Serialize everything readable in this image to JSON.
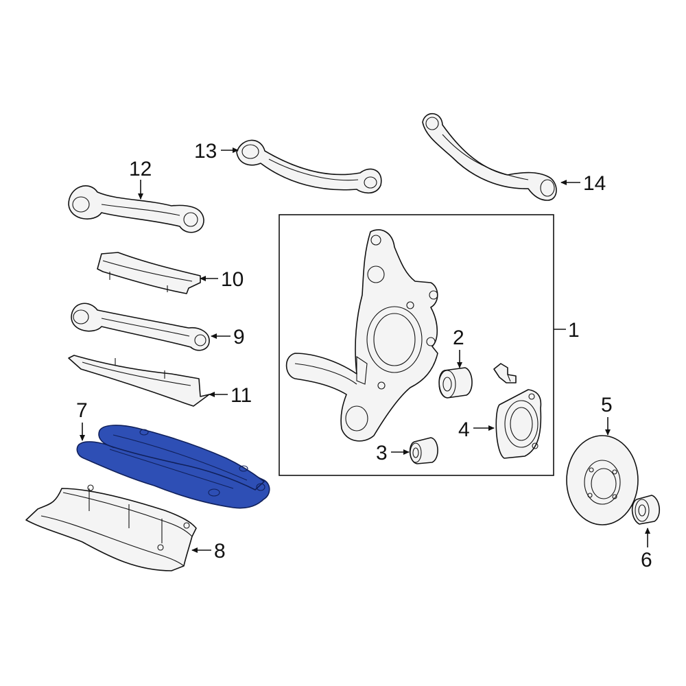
{
  "colors": {
    "highlight": "#2e4fb5",
    "line": "#111111",
    "part_fill": "#f4f4f4",
    "background": "#ffffff"
  },
  "callouts": {
    "c1": "1",
    "c2": "2",
    "c3": "3",
    "c4": "4",
    "c5": "5",
    "c6": "6",
    "c7": "7",
    "c8": "8",
    "c9": "9",
    "c10": "10",
    "c11": "11",
    "c12": "12",
    "c13": "13",
    "c14": "14"
  },
  "highlighted_part": "7"
}
